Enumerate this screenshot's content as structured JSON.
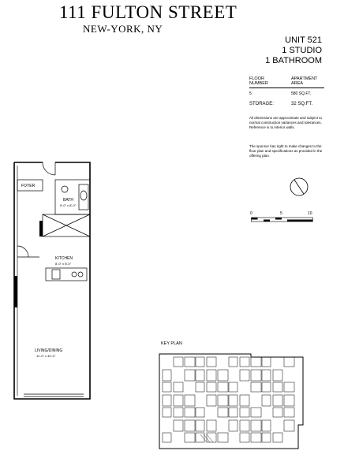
{
  "building": {
    "name": "111 FULTON STREET",
    "location": "NEW-YORK, NY"
  },
  "unit": {
    "number": "UNIT 521",
    "type": "1 STUDIO",
    "bathrooms": "1 BATHROOM"
  },
  "specs": {
    "floor_header": "FLOOR NUMBER",
    "area_header": "APARTMENT AREA",
    "floor_value": "5",
    "area_value": "580 SQ.FT.",
    "storage_label": "STORAGE:",
    "storage_value": "32 SQ.FT."
  },
  "notes": {
    "note1": "All dimensions are approximate and subject to normal construction variances and tolerances. Reference is to interior walls.",
    "note2": "The sponsor has right to make changes to the floor plan and specifications as provided in the offering plan."
  },
  "scale": {
    "zero": "0",
    "five": "5",
    "ten": "10"
  },
  "floorplan": {
    "foyer": "FOYER",
    "bath": "BATH",
    "bath_dims": "5'-0\" x 8'-0\"",
    "kitchen": "KITCHEN",
    "kitchen_dims": "8'-0\" x 8'-0\"",
    "living": "LIVING/DINING",
    "living_dims": "11'-0\" x 40'-0\""
  },
  "keyplan": {
    "label": "KEY PLAN"
  }
}
